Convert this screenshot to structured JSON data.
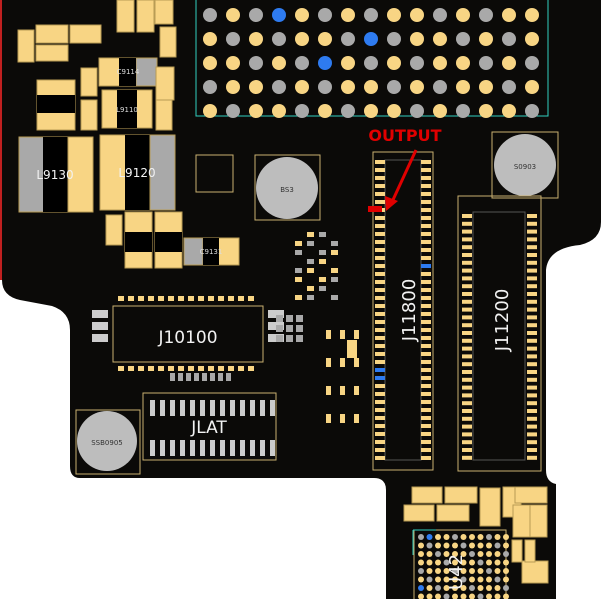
{
  "annotation": {
    "label": "OUTPUT",
    "color": "#e00000"
  },
  "components": {
    "l9130": "L9130",
    "l9120": "L9120",
    "l9110": "L9110",
    "c9114": "C9114",
    "c9131": "C9131",
    "bs3": "BS3",
    "s0903": "S0903",
    "ssb0905": "SSB0905",
    "j10100": "J10100",
    "jlat": "JLAT",
    "j11800": "J11800",
    "j11200": "J11200",
    "u42": "U42"
  },
  "colors": {
    "board": "#0b0a08",
    "pad": "#f8d584",
    "pad_gray": "#a9a9a9",
    "ball_blue": "#2e7bf0",
    "outline_cyan": "#30d0c0"
  }
}
